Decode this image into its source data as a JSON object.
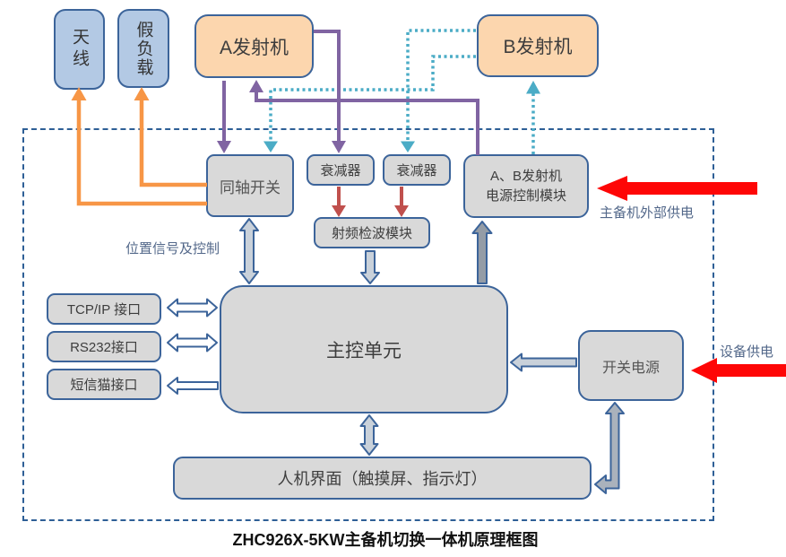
{
  "title": "ZHC926X-5KW主备机切换一体机原理框图",
  "boxes": {
    "antenna": "天线",
    "dummy_load": "假负载",
    "transmitter_a": "A发射机",
    "transmitter_b": "B发射机",
    "coaxial_switch": "同轴开关",
    "attenuator_1": "衰减器",
    "attenuator_2": "衰减器",
    "ab_power_control_line1": "A、B发射机",
    "ab_power_control_line2": "电源控制模块",
    "rf_detector": "射频检波模块",
    "main_control": "主控单元",
    "tcpip": "TCP/IP 接口",
    "rs232": "RS232接口",
    "sms_modem": "短信猫接口",
    "switch_power": "开关电源",
    "hmi": "人机界面（触摸屏、指示灯）"
  },
  "labels": {
    "position_signal": "位置信号及控制",
    "external_power": "主备机外部供电",
    "device_power": "设备供电"
  },
  "colors": {
    "box_border": "#3c649a",
    "gray_fill": "#d9d9d9",
    "blue_fill": "#b3c9e4",
    "orange_fill": "#fcd6ae",
    "dashed_frame": "#2e5f96",
    "purple_arrow": "#8064a2",
    "teal_arrow": "#4bacc6",
    "orange_arrow": "#f79646",
    "red_arrow": "#fe0606",
    "brick_arrow": "#c0504d",
    "steel_arrow_fill": "#c9d1da",
    "steel_arrow_border": "#3c649a"
  }
}
